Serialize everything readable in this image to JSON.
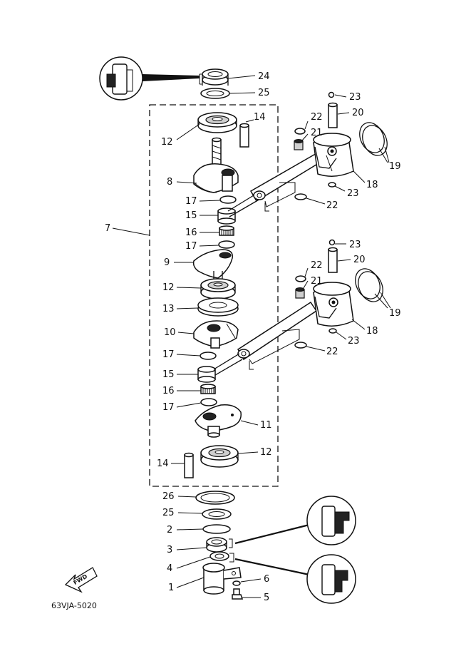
{
  "diagram_code": "63VJA-5020",
  "fwd_label": "FWD",
  "part_labels": [
    {
      "id": "24",
      "text": "24"
    },
    {
      "id": "25-top",
      "text": "25"
    },
    {
      "id": "14-top",
      "text": "14"
    },
    {
      "id": "12-top",
      "text": "12"
    },
    {
      "id": "8",
      "text": "8"
    },
    {
      "id": "17-a",
      "text": "17"
    },
    {
      "id": "15-top",
      "text": "15"
    },
    {
      "id": "16-top",
      "text": "16"
    },
    {
      "id": "17-b",
      "text": "17"
    },
    {
      "id": "7",
      "text": "7"
    },
    {
      "id": "9",
      "text": "9"
    },
    {
      "id": "12-mid",
      "text": "12"
    },
    {
      "id": "13",
      "text": "13"
    },
    {
      "id": "10",
      "text": "10"
    },
    {
      "id": "17-c",
      "text": "17"
    },
    {
      "id": "15-bot",
      "text": "15"
    },
    {
      "id": "16-bot",
      "text": "16"
    },
    {
      "id": "17-d",
      "text": "17"
    },
    {
      "id": "11",
      "text": "11"
    },
    {
      "id": "14-bot",
      "text": "14"
    },
    {
      "id": "12-bot",
      "text": "12"
    },
    {
      "id": "26",
      "text": "26"
    },
    {
      "id": "25-bot",
      "text": "25"
    },
    {
      "id": "2",
      "text": "2"
    },
    {
      "id": "3",
      "text": "3"
    },
    {
      "id": "4",
      "text": "4"
    },
    {
      "id": "1",
      "text": "1"
    },
    {
      "id": "6",
      "text": "6"
    },
    {
      "id": "5",
      "text": "5"
    },
    {
      "id": "23-a",
      "text": "23"
    },
    {
      "id": "22-a",
      "text": "22"
    },
    {
      "id": "20-top",
      "text": "20"
    },
    {
      "id": "21-top",
      "text": "21"
    },
    {
      "id": "19-top",
      "text": "19"
    },
    {
      "id": "18-top",
      "text": "18"
    },
    {
      "id": "23-b",
      "text": "23"
    },
    {
      "id": "22-b",
      "text": "22"
    },
    {
      "id": "23-c",
      "text": "23"
    },
    {
      "id": "22-c",
      "text": "22"
    },
    {
      "id": "20-bot",
      "text": "20"
    },
    {
      "id": "21-bot",
      "text": "21"
    },
    {
      "id": "19-bot",
      "text": "19"
    },
    {
      "id": "18-bot",
      "text": "18"
    },
    {
      "id": "23-d",
      "text": "23"
    },
    {
      "id": "22-d",
      "text": "22"
    }
  ]
}
